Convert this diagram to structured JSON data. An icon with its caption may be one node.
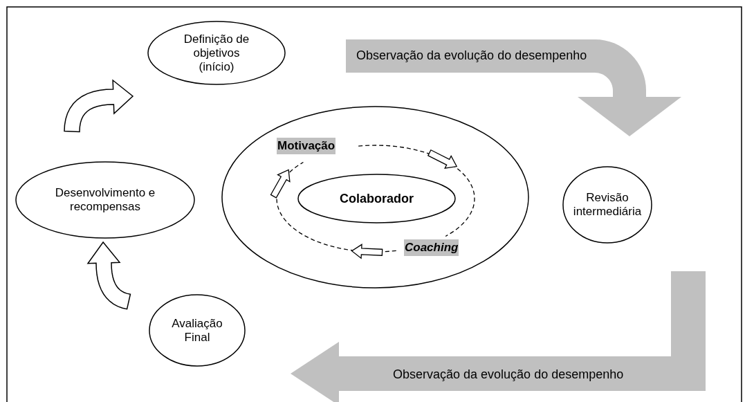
{
  "diagram": {
    "nodes": [
      {
        "text": [
          "Definição de objetivos (início)"
        ]
      },
      {
        "text": [
          "Revisão intermediária"
        ]
      },
      {
        "text": [
          "Avaliação Final"
        ]
      },
      {
        "text": [
          "Desenvolvimento e recompensas"
        ]
      },
      {
        "text": [],
        "shape": "ellipse"
      },
      {
        "text": [
          "Colaborador"
        ],
        "in": 4
      }
    ],
    "edges": [
      {
        "from": 0,
        "to": 1,
        "arrow": "to",
        "label": "Observação da evolução do desempenho",
        "style": "thick",
        "color": "#c0c0c0"
      },
      {
        "from": 1,
        "to": 2,
        "arrow": "to",
        "label": "Observação da evolução do desempenho",
        "style": "thick",
        "color": "#c0c0c0"
      },
      {
        "from": 2,
        "to": 3,
        "arrow": "to",
        "style": "thick"
      },
      {
        "from": 3,
        "to": 0,
        "arrow": "to",
        "style": "thick"
      }
    ],
    "labels": [
      "Motivação",
      "Coaching"
    ]
  }
}
